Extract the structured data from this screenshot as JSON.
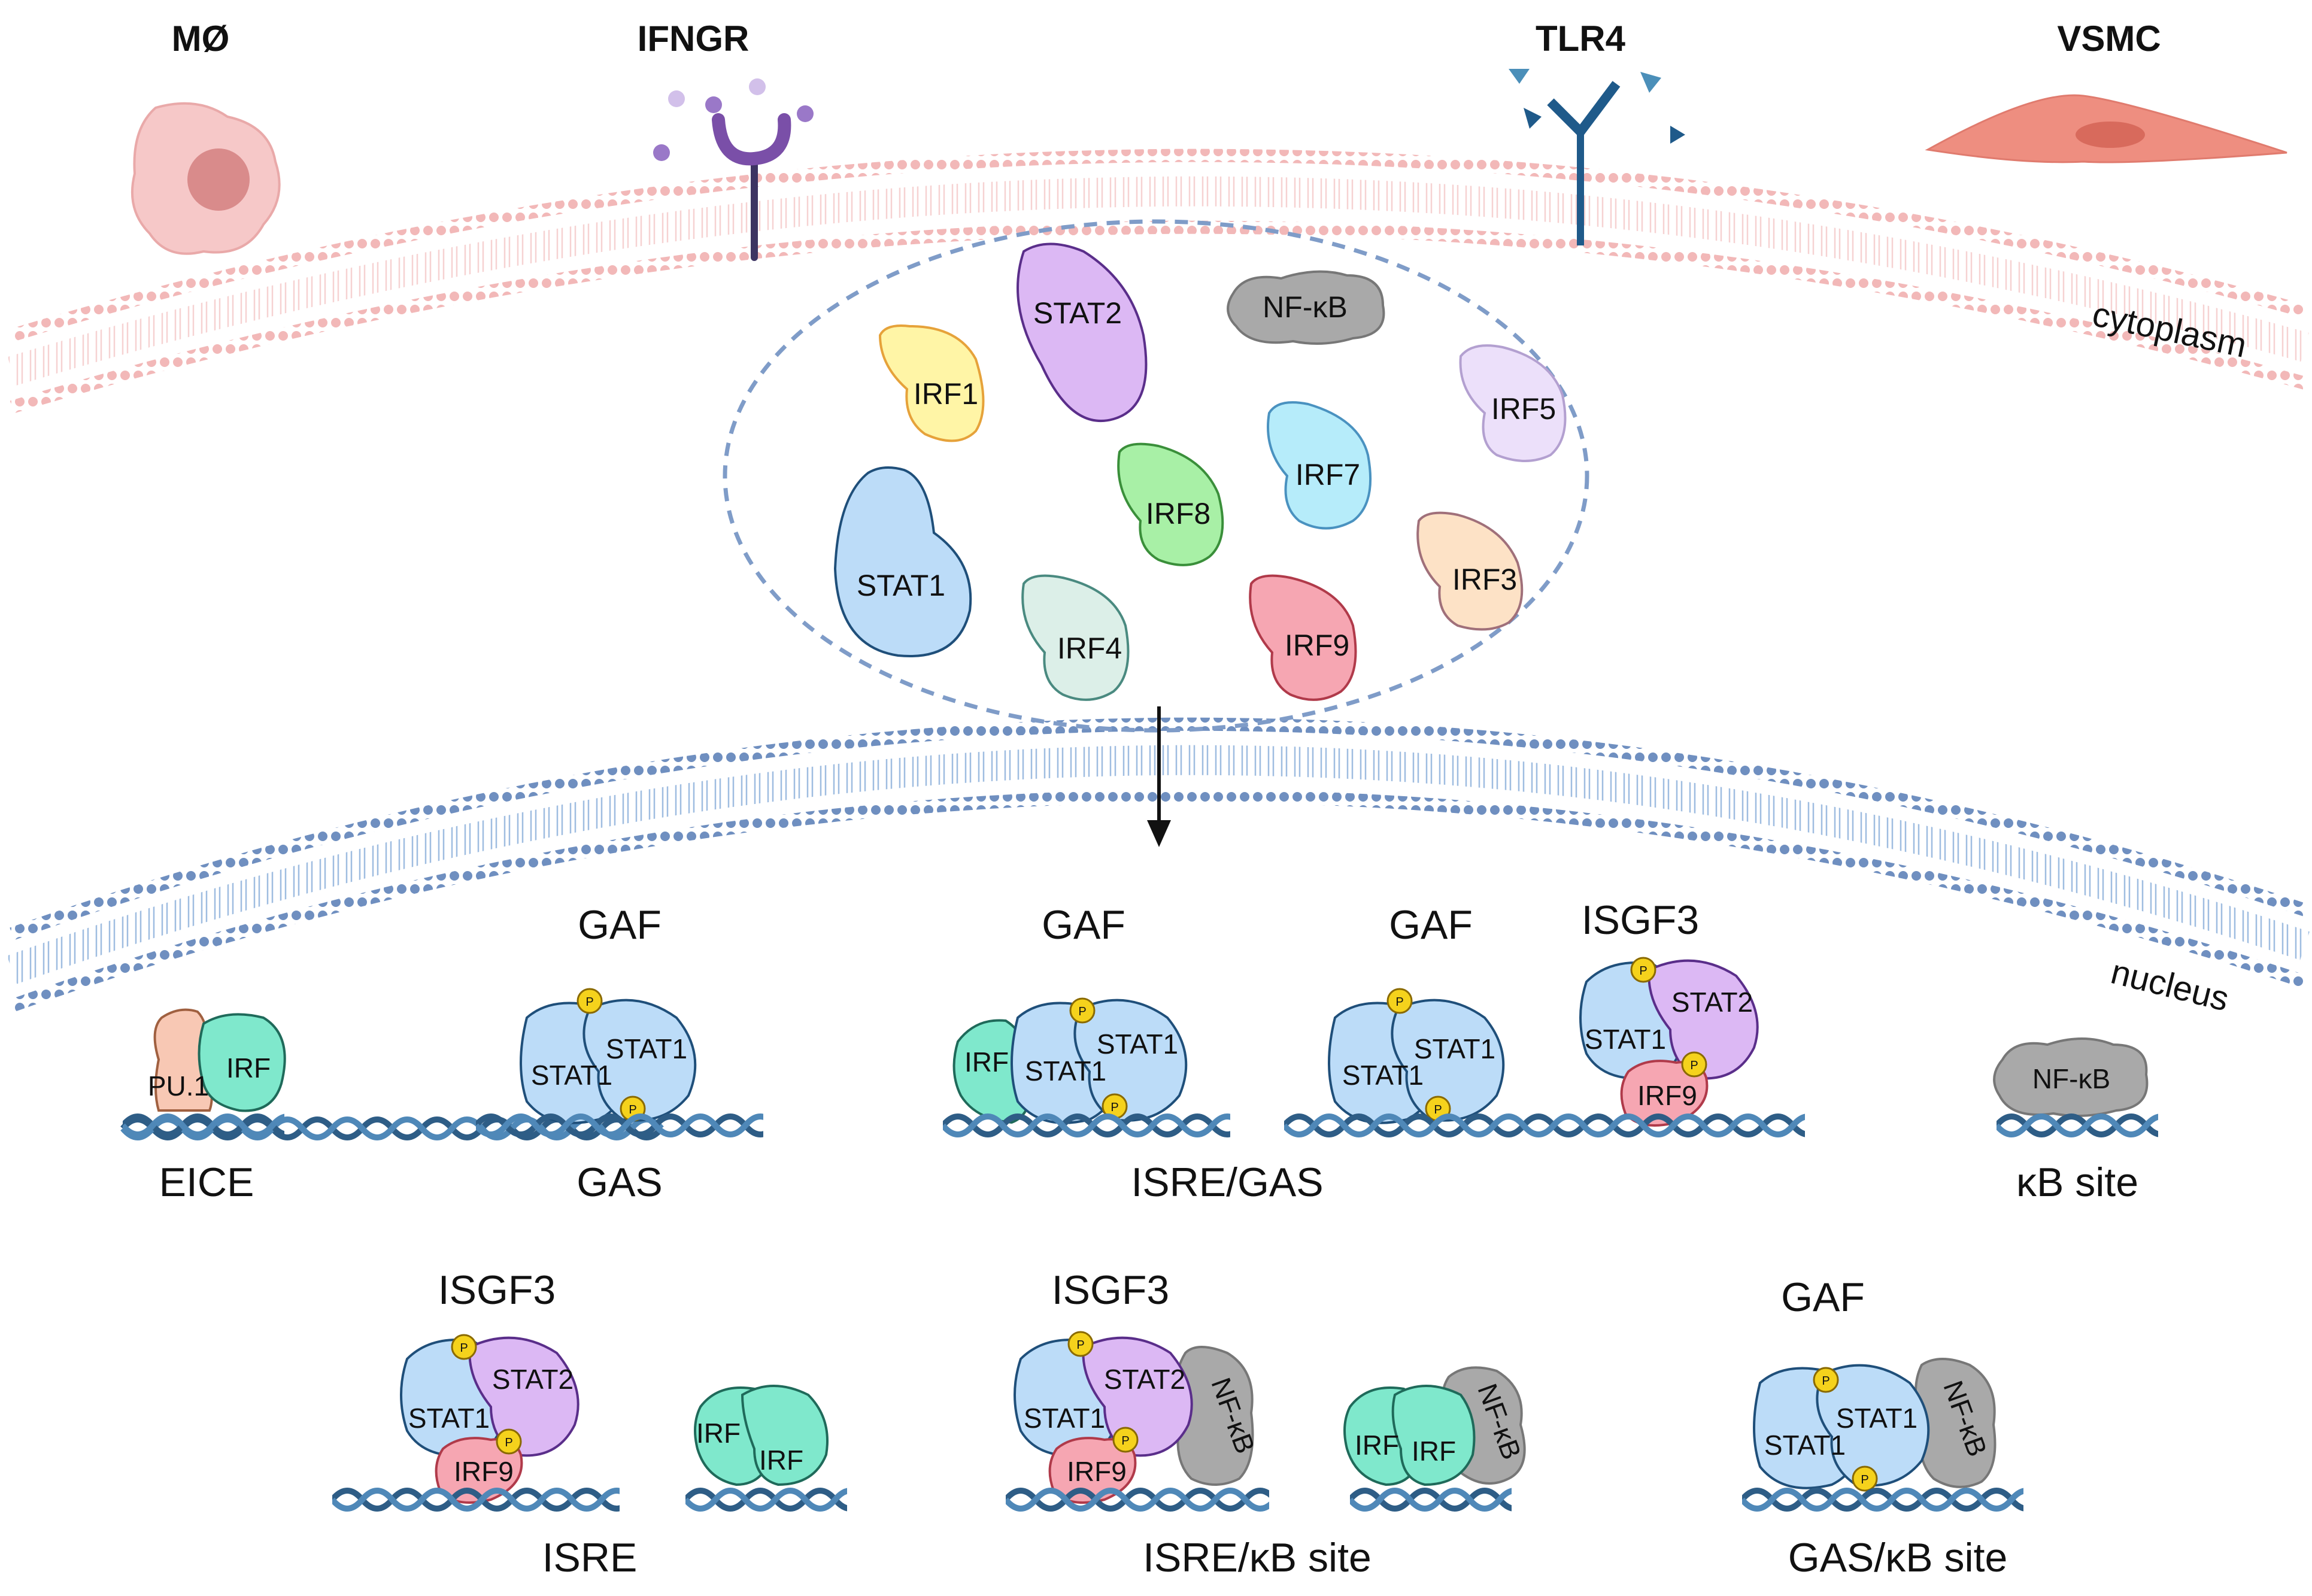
{
  "headers": {
    "macrophage": "MØ",
    "ifngr": "IFNGR",
    "tlr4": "TLR4",
    "vsmc": "VSMC"
  },
  "regions": {
    "cytoplasm": "cytoplasm",
    "nucleus": "nucleus"
  },
  "cytoplasm_molecules": {
    "stat2": "STAT2",
    "nfkb": "NF-κB",
    "irf1": "IRF1",
    "irf5": "IRF5",
    "irf7": "IRF7",
    "irf8": "IRF8",
    "stat1": "STAT1",
    "irf4": "IRF4",
    "irf9": "IRF9",
    "irf3": "IRF3"
  },
  "complexes": {
    "gaf": "GAF",
    "isgf3": "ISGF3"
  },
  "molecules": {
    "pu1": "PU.1",
    "irf": "IRF",
    "stat1": "STAT1",
    "stat2": "STAT2",
    "irf9": "IRF9",
    "nfkb": "NF-κB",
    "phospho": "P"
  },
  "sites": {
    "eice": "EICE",
    "gas": "GAS",
    "isre_gas": "ISRE/GAS",
    "kb_site": "κB site",
    "isre": "ISRE",
    "isre_kb": "ISRE/κB site",
    "gas_kb": "GAS/κB site"
  },
  "colors": {
    "membrane_pink": "#f2b8b8",
    "membrane_blue": "#6f8fc0",
    "stat1": "#bcdcf8",
    "stat2": "#dcb8f4",
    "irf_generic": "#7fe8cc",
    "irf9": "#f6a6b2",
    "nfkb": "#a9a9a9",
    "pu1": "#f8c8b4",
    "phospho": "#f5d21c",
    "dna": "#2e5d86"
  }
}
